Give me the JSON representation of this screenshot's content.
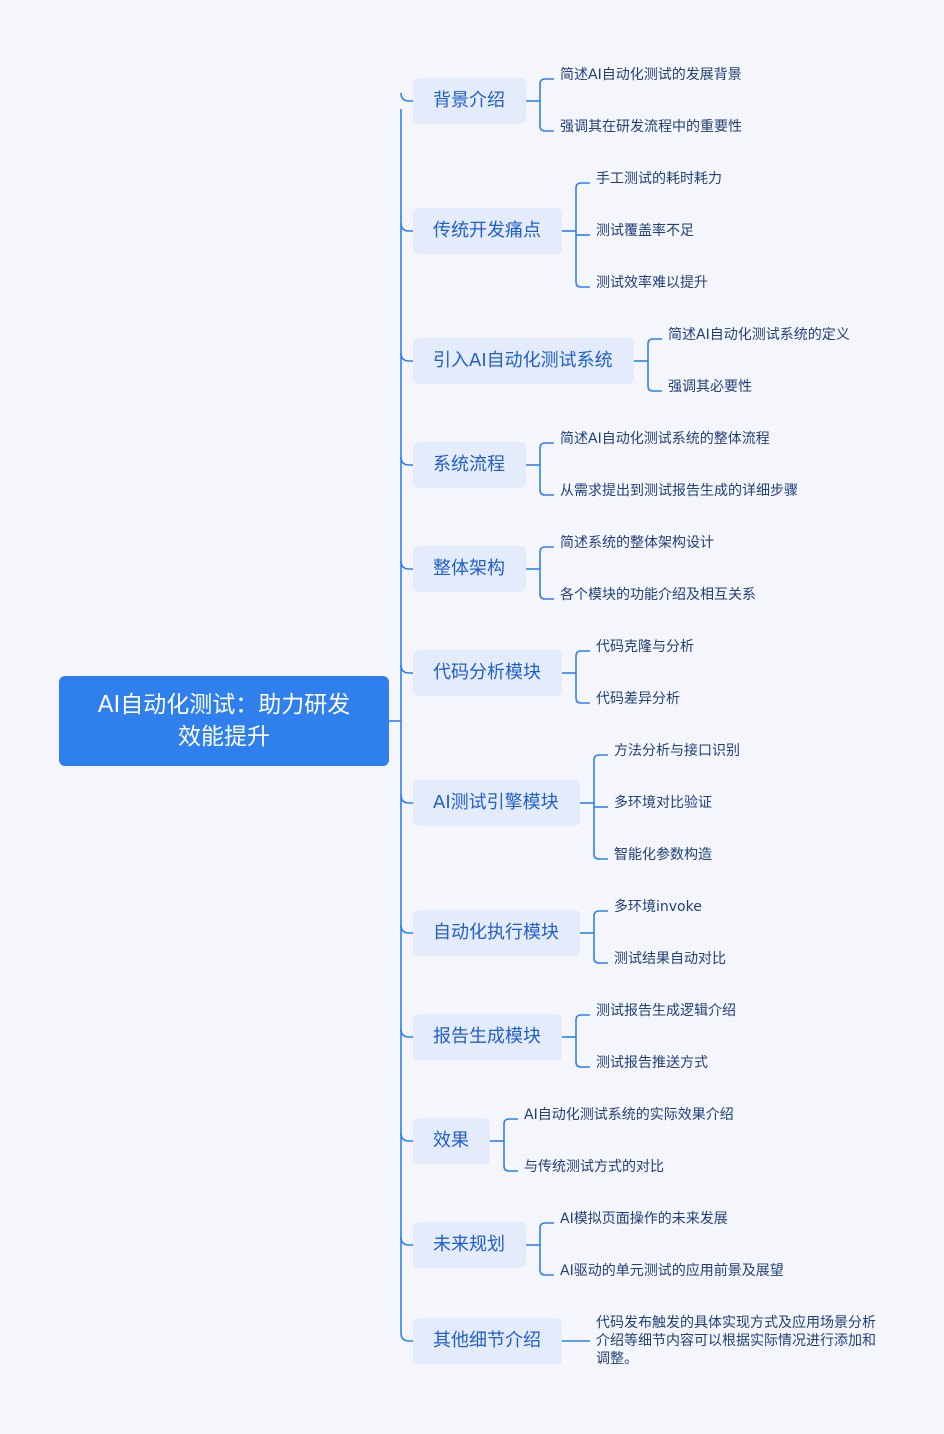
{
  "root": {
    "title": "AI自动化测试：助力研发效能提升"
  },
  "branches": [
    {
      "label": "背景介绍",
      "children": [
        "简述AI自动化测试的发展背景",
        "强调其在研发流程中的重要性"
      ]
    },
    {
      "label": "传统开发痛点",
      "children": [
        "手工测试的耗时耗力",
        "测试覆盖率不足",
        "测试效率难以提升"
      ]
    },
    {
      "label": "引入AI自动化测试系统",
      "children": [
        "简述AI自动化测试系统的定义",
        "强调其必要性"
      ]
    },
    {
      "label": "系统流程",
      "children": [
        "简述AI自动化测试系统的整体流程",
        "从需求提出到测试报告生成的详细步骤"
      ]
    },
    {
      "label": "整体架构",
      "children": [
        "简述系统的整体架构设计",
        "各个模块的功能介绍及相互关系"
      ]
    },
    {
      "label": "代码分析模块",
      "children": [
        "代码克隆与分析",
        "代码差异分析"
      ]
    },
    {
      "label": "AI测试引擎模块",
      "children": [
        "方法分析与接口识别",
        "多环境对比验证",
        "智能化参数构造"
      ]
    },
    {
      "label": "自动化执行模块",
      "children": [
        "多环境invoke",
        "测试结果自动对比"
      ]
    },
    {
      "label": "报告生成模块",
      "children": [
        "测试报告生成逻辑介绍",
        "测试报告推送方式"
      ]
    },
    {
      "label": "效果",
      "children": [
        "AI自动化测试系统的实际效果介绍",
        "与传统测试方式的对比"
      ]
    },
    {
      "label": "未来规划",
      "children": [
        "AI模拟页面操作的未来发展",
        "AI驱动的单元测试的应用前景及展望"
      ]
    },
    {
      "label": "其他细节介绍",
      "children": [
        "代码发布触发的具体实现方式及应用场景分析介绍等细节内容可以根据实际情况进行添加和调整。"
      ]
    }
  ],
  "colors": {
    "background": "#f5f6fb",
    "root": "#2f80ed",
    "branch": "#e4ebfa",
    "branch_text": "#1f5fcc",
    "line": "#2f80ed"
  }
}
